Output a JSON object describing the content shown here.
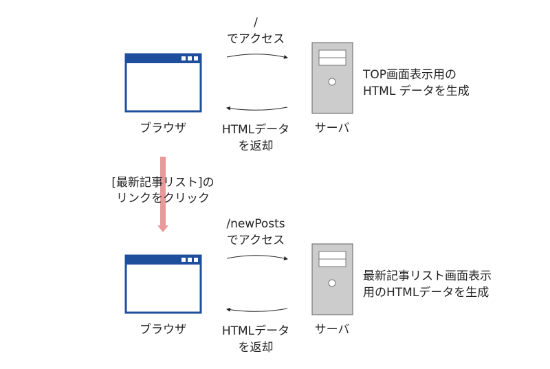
{
  "colors": {
    "browser": "#1f4e9c",
    "server_fill": "#cccccc",
    "server_stroke": "#777777",
    "click_arrow": "#e89a9a"
  },
  "step1": {
    "request_path": "/",
    "request_label": "でアクセス",
    "response_line1": "HTMLデータ",
    "response_line2": "を返却",
    "browser_label": "ブラウザ",
    "server_label": "サーバ",
    "server_note_line1": "TOP画面表示用の",
    "server_note_line2": "HTML データを生成"
  },
  "transition": {
    "line1": "[最新記事リスト]の",
    "line2": "リンクをクリック"
  },
  "step2": {
    "request_path": "/newPosts",
    "request_label": "でアクセス",
    "response_line1": "HTMLデータ",
    "response_line2": "を返却",
    "browser_label": "ブラウザ",
    "server_label": "サーバ",
    "server_note_line1": "最新記事リスト画面表示",
    "server_note_line2": "用のHTMLデータを生成"
  }
}
